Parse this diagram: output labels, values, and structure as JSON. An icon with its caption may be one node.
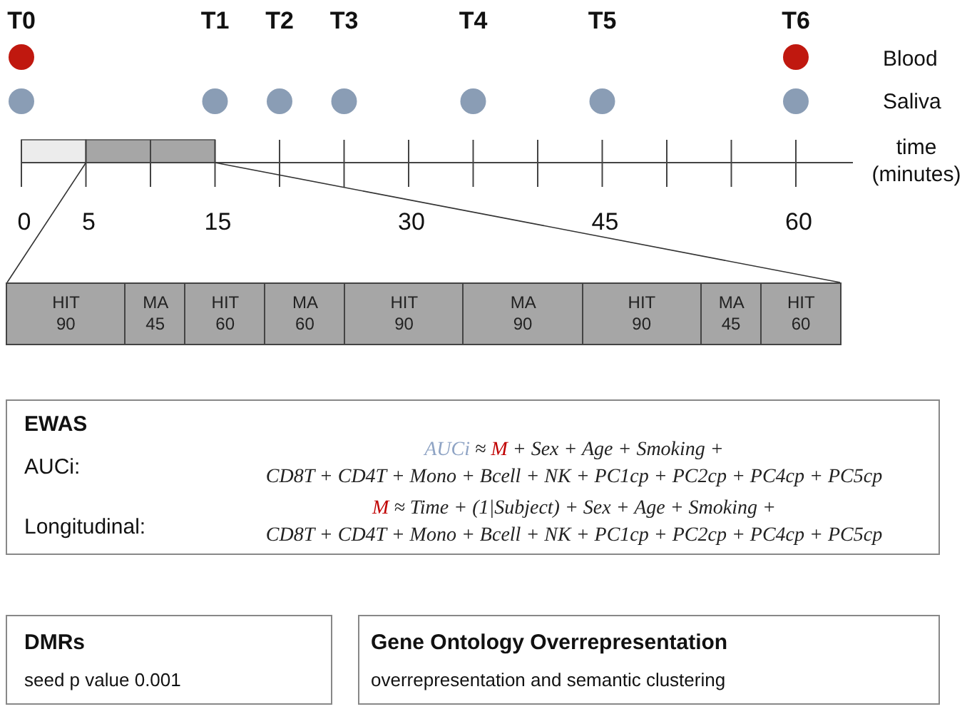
{
  "diagram": {
    "nodes": [
      {
        "text": [
          "EWAS",
          "AUCi:",
          "AUCi ≈ M + Sex + Age + Smoking + CD8T + CD4T + Mono + Bcell + NK + PC1cp + PC2cp + PC4cp + PC5cp",
          "Longitudinal:",
          "M ≈ Time + (1|Subject) + Sex + Age + Smoking + CD8T + CD4T + Mono + Bcell + NK + PC1cp + PC2cp + PC4cp + PC5cp"
        ]
      },
      {
        "text": [
          "DMRs",
          "seed p value 0.001"
        ]
      },
      {
        "text": [
          "Gene Ontology Overrepresentation",
          "overrepresentation and semantic clustering"
        ]
      },
      {
        "text": [
          "HIT 90"
        ]
      },
      {
        "text": [
          "MA 45"
        ]
      },
      {
        "text": [
          "HIT 60"
        ]
      },
      {
        "text": [
          "MA 60"
        ]
      },
      {
        "text": [
          "HIT 90"
        ]
      },
      {
        "text": [
          "MA 90"
        ]
      },
      {
        "text": [
          "HIT 90"
        ]
      },
      {
        "text": [
          "MA 45"
        ]
      },
      {
        "text": [
          "HIT 60"
        ]
      },
      {
        "text": [],
        "shape": "bar"
      }
    ],
    "edges": [
      {
        "from": 12,
        "to": 3,
        "arrow": "none"
      },
      {
        "from": 12,
        "to": 11,
        "arrow": "none"
      }
    ],
    "labels": [
      "T0",
      "T1",
      "T2",
      "T3",
      "T4",
      "T5",
      "T6",
      "Blood",
      "Saliva",
      "time (minutes)",
      "0",
      "5",
      "15",
      "30",
      "45",
      "60"
    ]
  }
}
